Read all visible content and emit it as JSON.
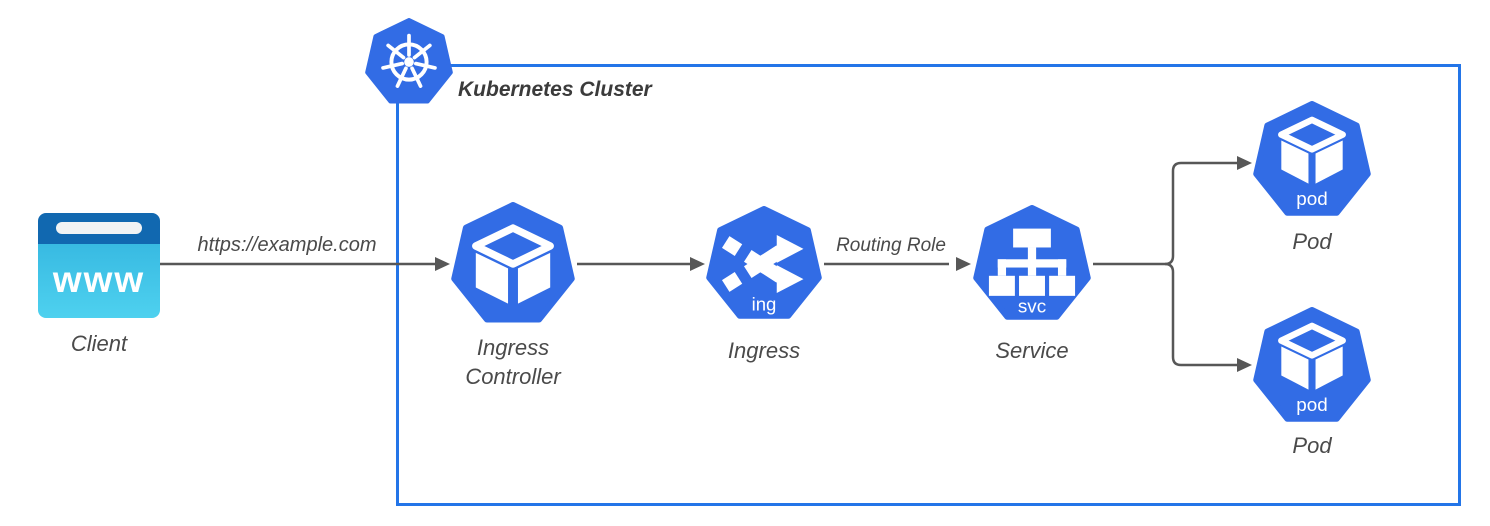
{
  "diagram": {
    "cluster": {
      "title": "Kubernetes Cluster"
    },
    "nodes": {
      "client": {
        "label": "Client",
        "icon_text": "www"
      },
      "ingress_controller": {
        "label_line1": "Ingress",
        "label_line2": "Controller"
      },
      "ingress": {
        "label": "Ingress",
        "badge": "ing"
      },
      "service": {
        "label": "Service",
        "badge": "svc"
      },
      "pod_top": {
        "label": "Pod",
        "badge": "pod"
      },
      "pod_bottom": {
        "label": "Pod",
        "badge": "pod"
      }
    },
    "edges": {
      "client_to_ingress_controller": {
        "label": "https://example.com"
      },
      "ingress_to_service": {
        "label": "Routing Role"
      }
    },
    "icons": {
      "cluster_logo": "kubernetes-helm-wheel",
      "client": "browser-www",
      "ingress_controller": "cube",
      "ingress": "shuffle-arrows",
      "service": "tree-hierarchy",
      "pods": "cube"
    },
    "colors": {
      "k8s_blue": "#326CE5",
      "cluster_border": "#2375E8",
      "arrow_gray": "#575757",
      "label_gray": "#4A4A4A",
      "client_topbar": "#1168B0",
      "client_body_top": "#38BAE2",
      "client_body_bottom": "#4ED1EF"
    }
  }
}
